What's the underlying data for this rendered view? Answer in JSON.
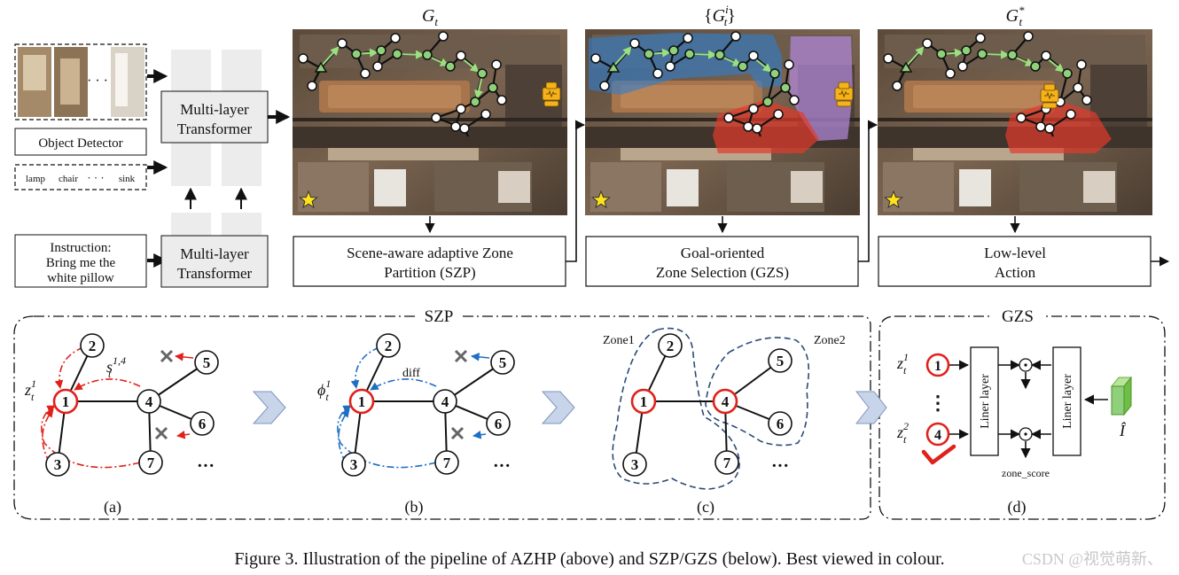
{
  "top": {
    "inputs": {
      "dots": "· · ·",
      "object_detector": "Object Detector",
      "obj_lamp": "lamp",
      "obj_chair": "chair",
      "obj_dots": "· · ·",
      "obj_sink": "sink",
      "instruction_1": "Instruction:",
      "instruction_2": "Bring me the",
      "instruction_3": "white pillow"
    },
    "transformer_1": {
      "line1": "Multi-layer",
      "line2": "Transformer"
    },
    "transformer_2": {
      "line1": "Multi-layer",
      "line2": "Transformer"
    },
    "panels": [
      {
        "label": "G",
        "sub": "t",
        "sup": "",
        "brace": false
      },
      {
        "label": "G",
        "sub": "t",
        "sup": "i",
        "brace": true
      },
      {
        "label": "G",
        "sub": "t",
        "sup": "*",
        "brace": false
      }
    ],
    "modules": [
      {
        "line1": "Scene-aware adaptive Zone",
        "line2": "Partition (SZP)"
      },
      {
        "line1": "Goal-oriented",
        "line2": "Zone Selection (GZS)"
      },
      {
        "line1": "Low-level",
        "line2": "Action"
      }
    ]
  },
  "bottom": {
    "szp_title": "SZP",
    "gzs_title": "GZS",
    "panel_a": {
      "caption": "(a)",
      "z_var": "z",
      "z_sub": "t",
      "z_sup": "1",
      "s_var": "s",
      "s_sub": "t",
      "s_sup": "1,4",
      "nodes": [
        "1",
        "2",
        "3",
        "4",
        "5",
        "6",
        "7"
      ],
      "ellipsis": "···"
    },
    "panel_b": {
      "caption": "(b)",
      "phi_var": "ϕ",
      "phi_sub": "t",
      "phi_sup": "1",
      "diff_label": "diff",
      "nodes": [
        "1",
        "2",
        "3",
        "4",
        "5",
        "6",
        "7"
      ],
      "ellipsis": "···"
    },
    "panel_c": {
      "caption": "(c)",
      "zone1": "Zone1",
      "zone2": "Zone2",
      "nodes": [
        "1",
        "2",
        "3",
        "4",
        "5",
        "6",
        "7"
      ],
      "ellipsis": "···"
    },
    "panel_d": {
      "caption": "(d)",
      "z1_var": "z",
      "z1_sub": "t",
      "z1_sup": "1",
      "z2_var": "z",
      "z2_sub": "t",
      "z2_sup": "2",
      "node_top": "1",
      "node_bottom": "4",
      "vdots": "⋮",
      "liner_layer_1": "Liner layer",
      "liner_layer_2": "Liner layer",
      "zone_score": "zone_score",
      "i_hat": "Î"
    }
  },
  "caption": "Figure 3. Illustration of the pipeline of AZHP (above) and SZP/GZS (below). Best viewed in colour.",
  "watermark": "CSDN @视觉萌新、",
  "colors": {
    "red": "#e0211b",
    "blue_dashdot": "#1e6fc4",
    "zone_dash": "#2c4a7a",
    "green_node": "#8fd07a",
    "blue_zone": "#2f7fd0",
    "red_zone": "#e23a2c",
    "purple_zone": "#b48ae0",
    "star": "#ffe21a",
    "robot": "#f5b21a",
    "gray_block": "#ececec"
  }
}
